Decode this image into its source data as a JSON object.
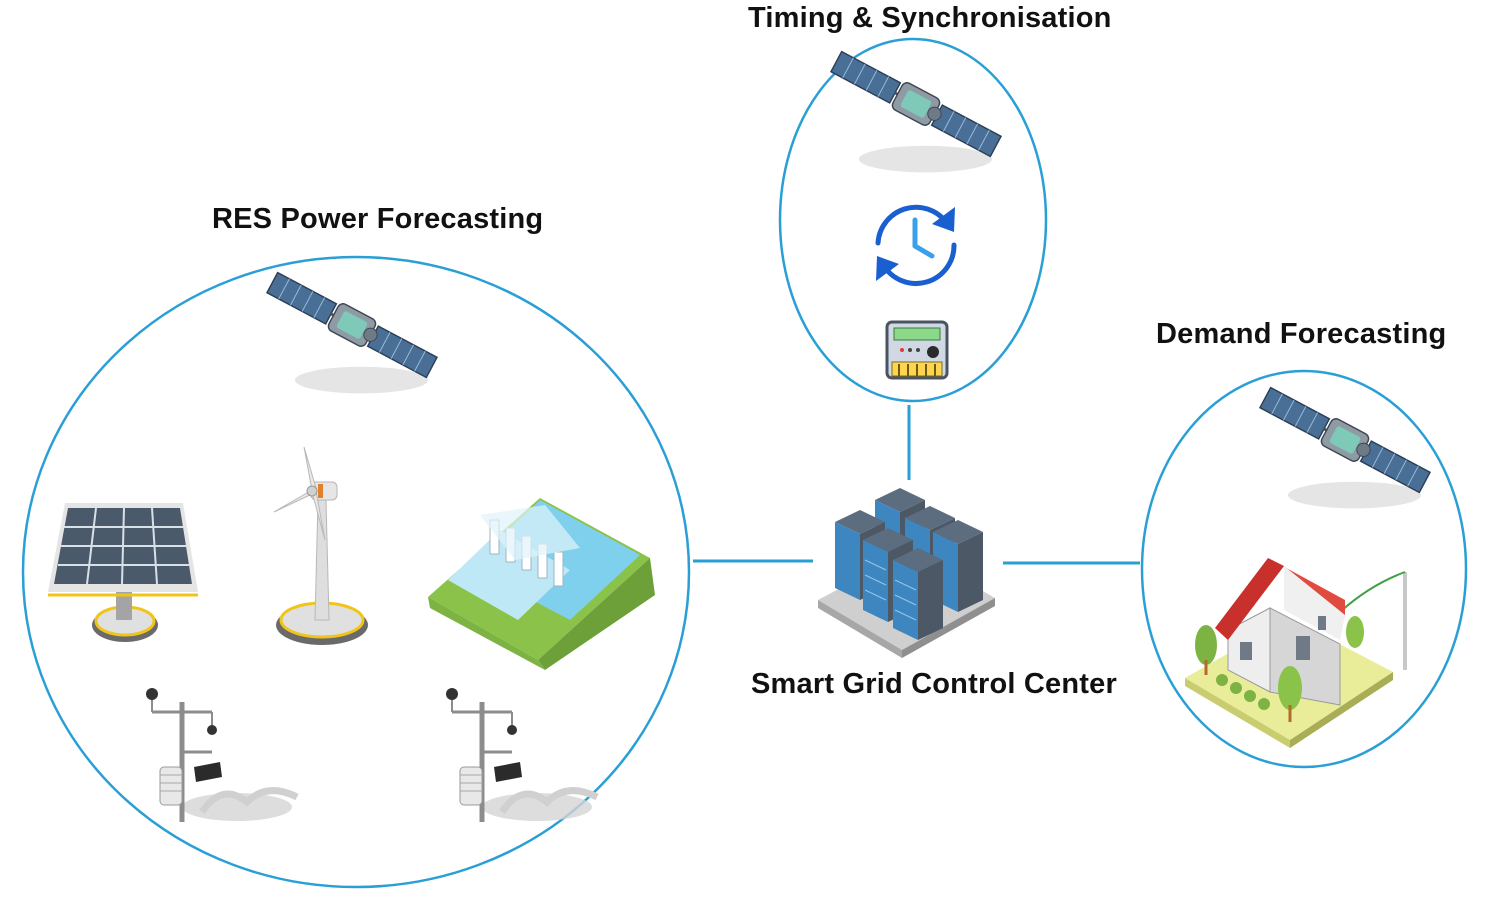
{
  "diagram": {
    "res_label": "RES Power Forecasting",
    "timing_label": "Timing & Synchronisation",
    "demand_label": "Demand Forecasting",
    "center_label": "Smart Grid Control Center"
  },
  "colors": {
    "circle_stroke": "#2a9fd6",
    "connector": "#2a9fd6",
    "server_blue": "#2f6f9f",
    "roof_red": "#c8302c",
    "grass_green": "#8bc34a",
    "water_blue": "#7fd0ec",
    "clock_blue": "#1a5fd0"
  },
  "icons": [
    "satellite-icon",
    "solar-panel-icon",
    "wind-turbine-icon",
    "hydro-dam-icon",
    "weather-station-icon",
    "sync-clock-icon",
    "smart-meter-icon",
    "server-cluster-icon",
    "house-icon"
  ]
}
